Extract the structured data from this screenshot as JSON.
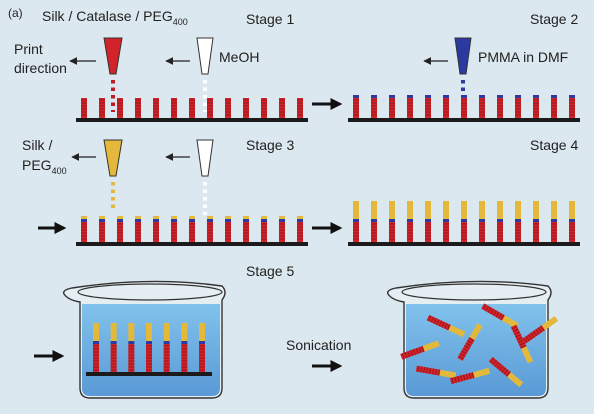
{
  "panel_label": "(a)",
  "stages": {
    "s1": "Stage 1",
    "s2": "Stage 2",
    "s3": "Stage 3",
    "s4": "Stage 4",
    "s5": "Stage 5"
  },
  "labels": {
    "ink1_main": "Silk / Catalase / PEG",
    "ink1_sub": "400",
    "print_dir_1": "Print",
    "print_dir_2": "direction",
    "meoh": "MeOH",
    "pmma": "PMMA in DMF",
    "ink3_line1": "Silk /",
    "ink3_main": "PEG",
    "ink3_sub": "400",
    "sonication": "Sonication"
  },
  "colors": {
    "background": "#dce8ef",
    "silk_red": "#d2232a",
    "pmma_blue": "#2b3aa0",
    "peg_yellow": "#e3b83b",
    "substrate": "#1b1b1b",
    "meoh_white": "#ffffff",
    "water": "#2f8fd6"
  },
  "icons": {
    "arrow": "left-arrow-icon",
    "process_arrow": "right-arrow-icon",
    "nozzle": "nozzle-icon",
    "beaker": "beaker-icon"
  }
}
